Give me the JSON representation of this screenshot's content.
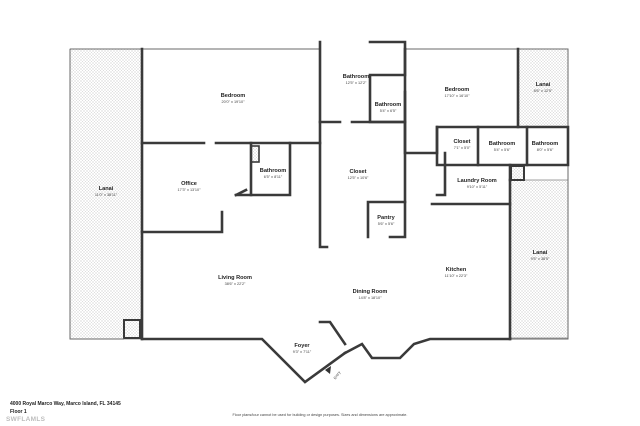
{
  "address": "4000 Royal Marco Way, Marco Island, FL 34145",
  "floor": "Floor 1",
  "disclaimer": "Floor plans/tour cannot be used for building or design purposes. Sizes and dimensions are approximate.",
  "watermark": "SWFLAMLS",
  "entry_label": "Entry",
  "rooms": [
    {
      "id": "lanai-west",
      "name": "Lanai",
      "dims": "11'0\" x 38'11\""
    },
    {
      "id": "bedroom-main",
      "name": "Bedroom",
      "dims": "20'0\" x 19'10\""
    },
    {
      "id": "office",
      "name": "Office",
      "dims": "17'3\" x 13'10\""
    },
    {
      "id": "bathroom-1",
      "name": "Bathroom",
      "dims": "6'5\" x 8'11\""
    },
    {
      "id": "bathroom-2",
      "name": "Bathroom",
      "dims": "12'5\" x 12'2\""
    },
    {
      "id": "bathroom-3",
      "name": "Bathroom",
      "dims": "5'4\" x 6'5\""
    },
    {
      "id": "closet-1",
      "name": "Closet",
      "dims": "12'5\" x 10'6\""
    },
    {
      "id": "pantry",
      "name": "Pantry",
      "dims": "5'6\" x 5'6\""
    },
    {
      "id": "bedroom-2",
      "name": "Bedroom",
      "dims": "17'10\" x 16'10\""
    },
    {
      "id": "lanai-ne",
      "name": "Lanai",
      "dims": "8'6\" x 12'5\""
    },
    {
      "id": "closet-2",
      "name": "Closet",
      "dims": "7'1\" x 5'0\""
    },
    {
      "id": "bathroom-4",
      "name": "Bathroom",
      "dims": "5'4\" x 5'6\""
    },
    {
      "id": "bathroom-5",
      "name": "Bathroom",
      "dims": "8'0\" x 5'6\""
    },
    {
      "id": "laundry",
      "name": "Laundry Room",
      "dims": "9'10\" x 5'11\""
    },
    {
      "id": "lanai-east",
      "name": "Lanai",
      "dims": "9'5\" x 38'5\""
    },
    {
      "id": "living",
      "name": "Living Room",
      "dims": "38'6\" x 22'2\""
    },
    {
      "id": "kitchen",
      "name": "Kitchen",
      "dims": "11'10\" x 22'3\""
    },
    {
      "id": "dining",
      "name": "Dining Room",
      "dims": "14'8\" x 18'10\""
    },
    {
      "id": "foyer",
      "name": "Foyer",
      "dims": "9'3\" x 7'11\""
    }
  ]
}
